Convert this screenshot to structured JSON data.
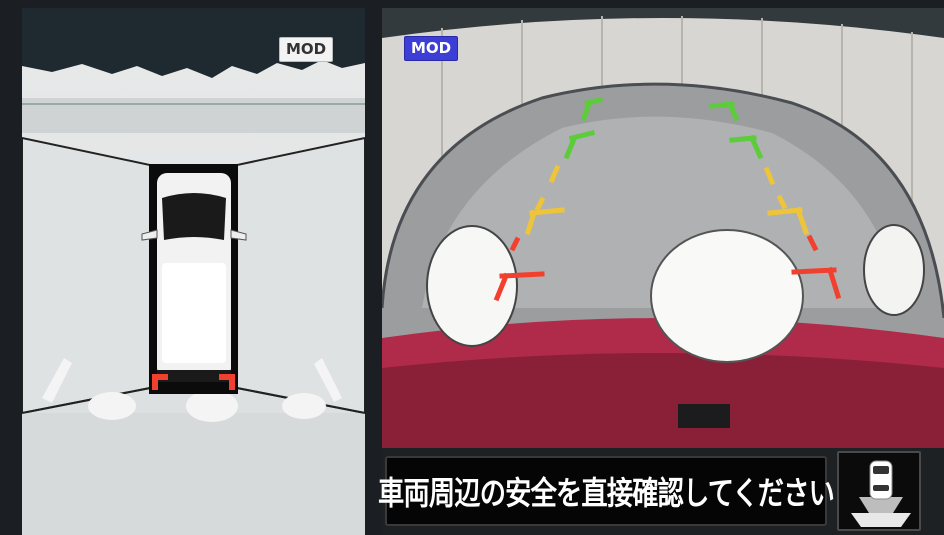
{
  "left_view": {
    "badge": "MOD"
  },
  "right_view": {
    "badge": "MOD"
  },
  "warning": {
    "message": "車両周辺の安全を直接確認してください"
  },
  "colors": {
    "guide_green": "#5ccc3a",
    "guide_yellow": "#eec43a",
    "guide_red": "#f2402e",
    "badge_blue": "#3d3ed6",
    "car_body_rear": "#b02a4a"
  },
  "icons": {
    "view_mode": "car-camera-view-icon"
  }
}
